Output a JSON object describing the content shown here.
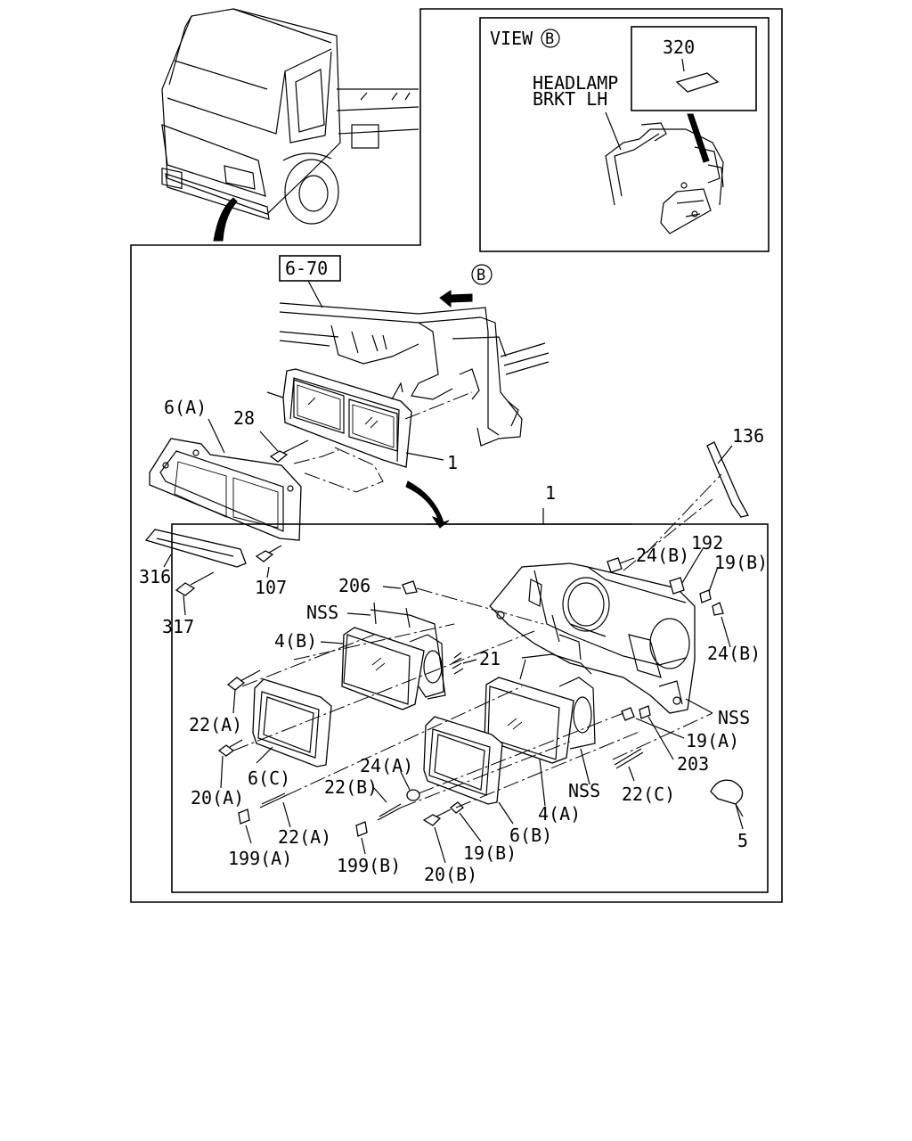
{
  "view_label": "VIEW",
  "view_marker": "B",
  "detail_part_320": "320",
  "bracket_label_line1": "HEADLAMP",
  "bracket_label_line2": "BRKT LH",
  "ref_box": "6-70",
  "callouts": {
    "p1_upper": "1",
    "p1_lower": "1",
    "p4a": "4(A)",
    "p4b": "4(B)",
    "p5": "5",
    "p6a": "6(A)",
    "p6b": "6(B)",
    "p6c": "6(C)",
    "p19a": "19(A)",
    "p19b_upper": "19(B)",
    "p19b_lower": "19(B)",
    "p20a": "20(A)",
    "p20b": "20(B)",
    "p21": "21",
    "p22a_upper": "22(A)",
    "p22a_lower": "22(A)",
    "p22b": "22(B)",
    "p22c": "22(C)",
    "p24a": "24(A)",
    "p24b_upper": "24(B)",
    "p24b_lower": "24(B)",
    "p28": "28",
    "p107": "107",
    "p136": "136",
    "p192": "192",
    "p199a": "199(A)",
    "p199b": "199(B)",
    "p203": "203",
    "p206": "206",
    "p316": "316",
    "p317": "317",
    "nss_1": "NSS",
    "nss_2": "NSS",
    "nss_3": "NSS"
  }
}
